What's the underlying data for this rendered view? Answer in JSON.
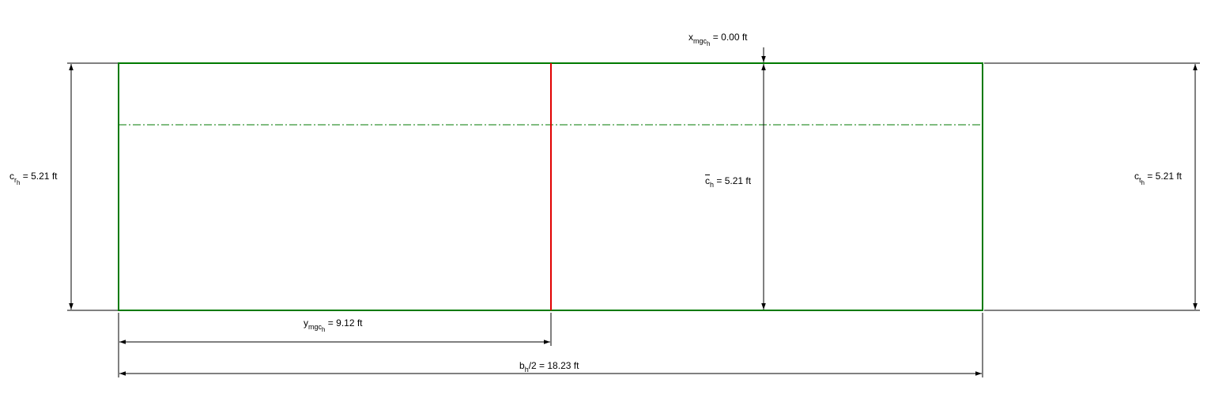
{
  "labels": {
    "x_mgc": {
      "sym": "x",
      "sub": "mgc",
      "subsub": "h",
      "rest": " = 0.00 ft"
    },
    "c_r": {
      "sym": "c",
      "sub": "r",
      "subsub": "h",
      "rest": " = 5.21 ft"
    },
    "c_bar": {
      "sym": "c",
      "sub": "h",
      "rest": " = 5.21 ft"
    },
    "c_t": {
      "sym": "c",
      "sub": "t",
      "subsub": "h",
      "rest": " = 5.21 ft"
    },
    "y_mgc": {
      "sym": "y",
      "sub": "mgc",
      "subsub": "h",
      "rest": " = 9.12 ft"
    },
    "b_half": {
      "sym": "b",
      "sub": "h",
      "rest": "/2 = 18.23 ft"
    }
  },
  "colors": {
    "outline": "#007a00",
    "mgc_line": "#e00000",
    "dim": "#000000",
    "quarter_chord": "#007a00"
  }
}
